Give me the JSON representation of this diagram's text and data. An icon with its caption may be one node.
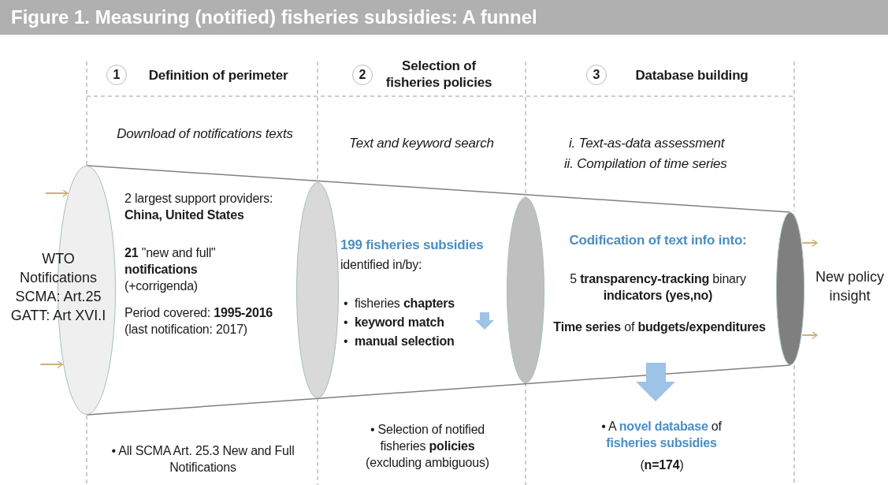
{
  "diagram": {
    "title": "Figure 1. Measuring (notified) fisheries subsidies: A funnel",
    "nodes": [
      {
        "text": [
          "1"
        ],
        "beside": [
          "Definition of perimeter"
        ]
      },
      {
        "text": [
          "2"
        ],
        "beside": [
          "Selection of fisheries policies"
        ]
      },
      {
        "text": [
          "3"
        ],
        "beside": [
          "Database building"
        ]
      },
      {
        "text": [
          "WTO Notifications SCMA: Art.25 GATT: Art XVI.I"
        ]
      },
      {
        "text": [],
        "shape": "ellipse"
      },
      {
        "text": [],
        "shape": "ellipse"
      },
      {
        "text": [],
        "shape": "ellipse"
      },
      {
        "text": [],
        "shape": "ellipse"
      },
      {
        "text": [
          "New policy insight"
        ]
      }
    ],
    "edges": [
      {
        "from": null,
        "to": 4,
        "arrow": "to"
      },
      {
        "from": null,
        "to": 4,
        "arrow": "to"
      },
      {
        "from": 7,
        "to": 8,
        "arrow": "to"
      },
      {
        "from": 7,
        "to": 8,
        "arrow": "to"
      }
    ],
    "labels": [
      "Download of notifications texts",
      "Text and keyword search",
      "i. Text-as-data assessment",
      "ii. Compilation of time series",
      "2 largest support providers: **China, United States**",
      "**21** \"new and full\" **notifications** (+corrigenda)",
      "Period covered: **1995-2016** (last notification: 2017)",
      "199 fisheries subsidies",
      "identified in/by:",
      "•  fisheries **chapters**",
      "•  **keyword match**",
      "•  **manual selection**",
      "Codification of text info into:",
      "5 **transparency-tracking** binary **indicators (yes,no)**",
      "**Time series** of **budgets/expenditures**",
      "• All SCMA Art. 25.3 New and Full Notifications",
      "• Selection of notified fisheries **policies** (excluding ambiguous)",
      "• A **novel database** of **fisheries subsidies**",
      "(**n=174**)"
    ]
  }
}
